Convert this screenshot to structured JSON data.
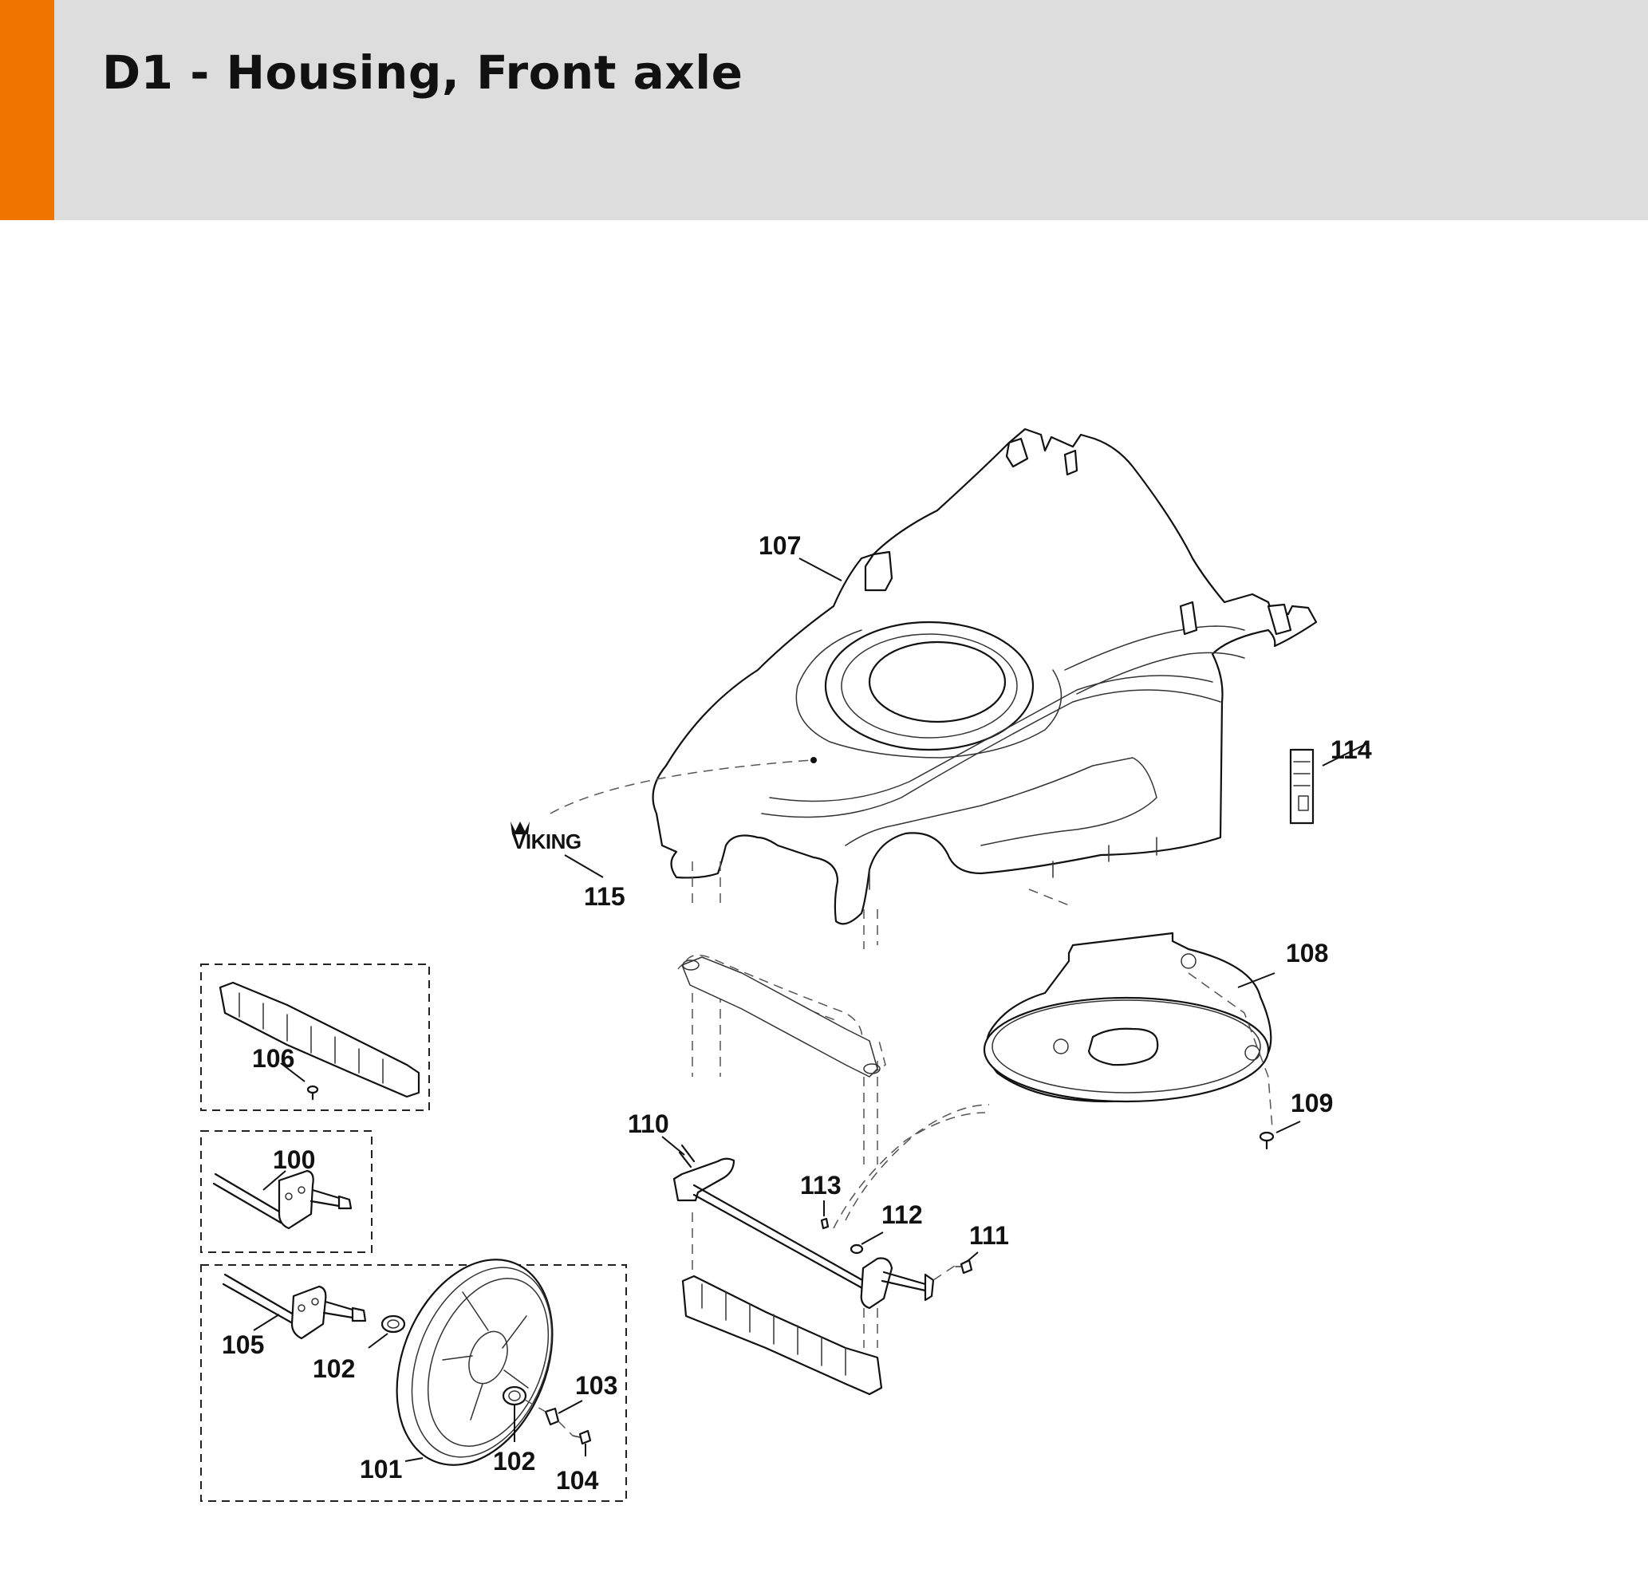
{
  "header": {
    "title": "D1 - Housing, Front axle",
    "accent_color": "#f07400",
    "background_color": "#dcdddc"
  },
  "logo": {
    "text": "VIKING"
  },
  "callouts": [
    "100",
    "101",
    "102",
    "102",
    "103",
    "104",
    "105",
    "106",
    "107",
    "108",
    "109",
    "110",
    "111",
    "112",
    "113",
    "114",
    "115"
  ],
  "parts": {
    "p100": "100",
    "p101": "101",
    "p102a": "102",
    "p102b": "102",
    "p103": "103",
    "p104": "104",
    "p105": "105",
    "p106": "106",
    "p107": "107",
    "p108": "108",
    "p109": "109",
    "p110": "110",
    "p111": "111",
    "p112": "112",
    "p113": "113",
    "p114": "114",
    "p115": "115"
  }
}
